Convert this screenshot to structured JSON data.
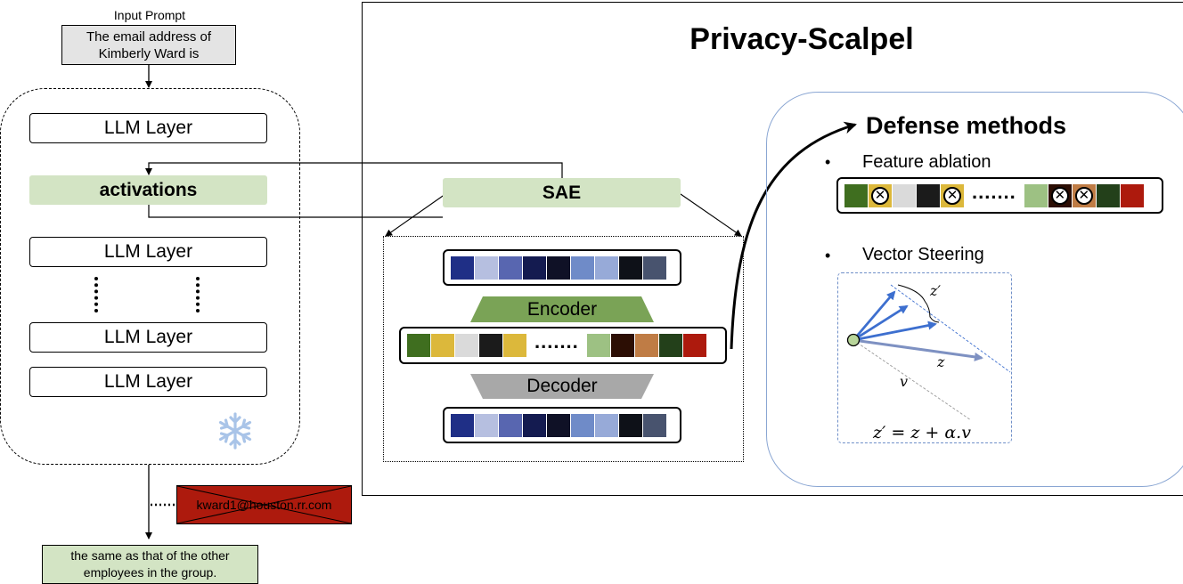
{
  "input": {
    "label": "Input Prompt",
    "prompt": "The email address of Kimberly Ward is"
  },
  "llm": {
    "layer_label": "LLM Layer",
    "activations_label": "activations",
    "frozen_icon": "snowflake-icon"
  },
  "output": {
    "blocked_text": "kward1@houston.rr.com",
    "continuation": "the same as that of the other employees in the group."
  },
  "scalpel": {
    "title": "Privacy-Scalpel",
    "sae_label": "SAE",
    "encoder_label": "Encoder",
    "decoder_label": "Decoder",
    "blue_cells": [
      "#1f2f86",
      "#b6bfe0",
      "#5866b0",
      "#141b50",
      "#0f1126",
      "#6f8bc8",
      "#97aad8",
      "#0e1118",
      "#48536e"
    ],
    "feature_cells_left": [
      "#3f6e1f",
      "#dcb83b",
      "#dadada",
      "#1b1b1b",
      "#dcb83b"
    ],
    "feature_cells_right": [
      "#9dc183",
      "#2c0e04",
      "#bf7c45",
      "#23401a",
      "#ad1a0d"
    ],
    "ellipsis": "......."
  },
  "defense": {
    "title": "Defense methods",
    "bullet": "•",
    "ablation_label": "Feature ablation",
    "ablation_cells_left": [
      {
        "color": "#3f6e1f",
        "ablated": false
      },
      {
        "color": "#dcb83b",
        "ablated": true
      },
      {
        "color": "#dadada",
        "ablated": false
      },
      {
        "color": "#1b1b1b",
        "ablated": false
      },
      {
        "color": "#dcb83b",
        "ablated": true
      }
    ],
    "ablation_cells_right": [
      {
        "color": "#9dc183",
        "ablated": false
      },
      {
        "color": "#2c0e04",
        "ablated": true
      },
      {
        "color": "#bf7c45",
        "ablated": true
      },
      {
        "color": "#23401a",
        "ablated": false
      },
      {
        "color": "#ad1a0d",
        "ablated": false
      }
    ],
    "steering_label": "Vector Steering",
    "z_prime": "z′",
    "z": "z",
    "v": "v",
    "formula": "z′ = z +  α.v"
  }
}
